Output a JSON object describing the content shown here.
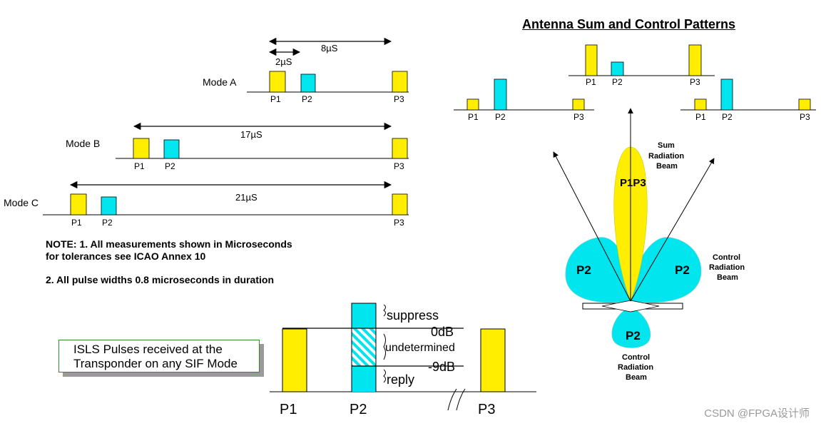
{
  "title": "Antenna Sum and Control Patterns",
  "timing": {
    "dim_8us": "8µS",
    "dim_2us": "2µS",
    "dim_17us": "17µS",
    "dim_21us": "21µS",
    "mode_a": "Mode A",
    "mode_b": "Mode B",
    "mode_c": "Mode C",
    "p1": "P1",
    "p2": "P2",
    "p3": "P3"
  },
  "notes": {
    "line1": "NOTE: 1.  All measurements shown in Microseconds",
    "line2": "for tolerances see ICAO Annex 10",
    "line3": "2.  All pulse widths  0.8 microseconds in duration"
  },
  "isls": {
    "box_line1": "ISLS Pulses received at the",
    "box_line2": "Transponder on any SIF Mode",
    "suppress": "suppress",
    "zero_db": "0dB",
    "undetermined": "undetermined",
    "minus9_db": "-9dB",
    "reply": "reply",
    "p1": "P1",
    "p2": "P2",
    "p3": "P3"
  },
  "pattern": {
    "p1p3": "P1P3",
    "p2": "P2",
    "sum_beam": [
      "Sum",
      "Radiation",
      "Beam"
    ],
    "control_beam": [
      "Control",
      "Radiation",
      "Beam"
    ],
    "p1": "P1",
    "p2_small": "P2",
    "p3": "P3"
  },
  "colors": {
    "p1p3_pulse": "#ffee00",
    "p2_pulse": "#00e5ee",
    "sum_beam": "#ffee00",
    "control_beam": "#00e5ee",
    "box_border": "#2e8b2e"
  },
  "watermark": "CSDN @FPGA设计师"
}
